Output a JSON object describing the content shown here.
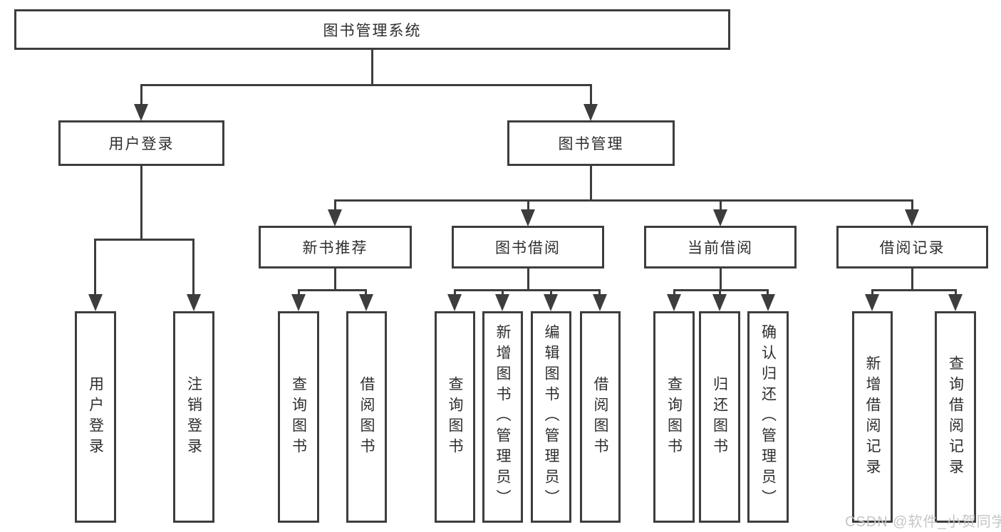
{
  "diagram": {
    "root": "图书管理系统",
    "branches": [
      {
        "label": "用户登录",
        "leaves": [
          "用户登录",
          "注销登录"
        ]
      },
      {
        "label": "图书管理",
        "children": [
          {
            "label": "新书推荐",
            "leaves": [
              "查询图书",
              "借阅图书"
            ]
          },
          {
            "label": "图书借阅",
            "leaves": [
              "查询图书",
              "新增图书（管理员）",
              "编辑图书（管理员）",
              "借阅图书"
            ]
          },
          {
            "label": "当前借阅",
            "leaves": [
              "查询图书",
              "归还图书",
              "确认归还（管理员）"
            ]
          },
          {
            "label": "借阅记录",
            "leaves": [
              "新增借阅记录",
              "查询借阅记录"
            ]
          }
        ]
      }
    ]
  },
  "watermark": {
    "text": "CSDN @软件_小贺同学"
  },
  "colors": {
    "line": "#3d3d3d",
    "text": "#2e2e2e",
    "watermark": "#c6c6c6",
    "background": "#ffffff"
  }
}
